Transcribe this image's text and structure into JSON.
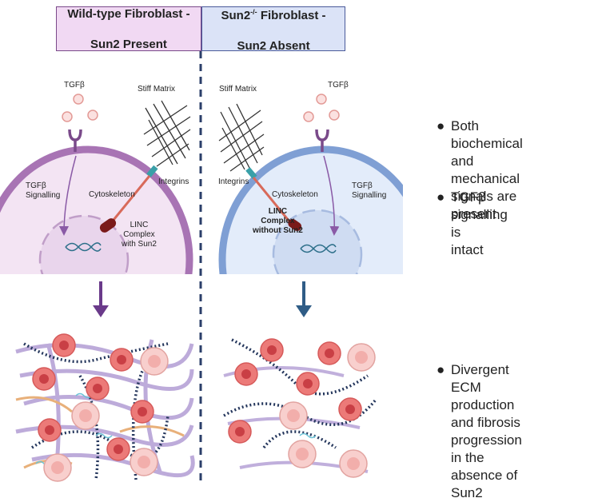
{
  "headers": {
    "wild_type_line1": "Wild-type Fibroblast -",
    "wild_type_line2": "Sun2 Present",
    "knockout_prefix": "Sun2",
    "knockout_sup": "-/-",
    "knockout_line1_suffix": " Fibroblast -",
    "knockout_line2": "Sun2 Absent"
  },
  "left_cell": {
    "tgfb": "TGFβ",
    "stiff_matrix": "Stiff Matrix",
    "integrins": "Integrins",
    "cytoskeleton": "Cytoskeleton",
    "signalling": "TGFβ\nSignalling",
    "linc": "LINC\nComplex\nwith Sun2"
  },
  "right_cell": {
    "tgfb": "TGFβ",
    "stiff_matrix": "Stiff Matrix",
    "integrins": "Integrins",
    "cytoskeleton": "Cytoskeleton",
    "signalling": "TGFβ\nSignalling",
    "linc": "LINC\nComplex\nwithout Sun2"
  },
  "bullets": {
    "b1": "Both biochemical\nand mechanical\nsignals are present",
    "b2": "TGFβ signalling is\nintact",
    "b3": "Divergent ECM\nproduction and fibrosis\nprogression in the\nabsence of Sun2"
  },
  "colors": {
    "wild_type_header": "#f1d9f3",
    "knockout_header": "#dbe3f7",
    "wild_type_membrane": "#a874b4",
    "knockout_membrane": "#7f9fd4",
    "arrow_left": "#6a3a8a",
    "arrow_right": "#2f5c86"
  }
}
